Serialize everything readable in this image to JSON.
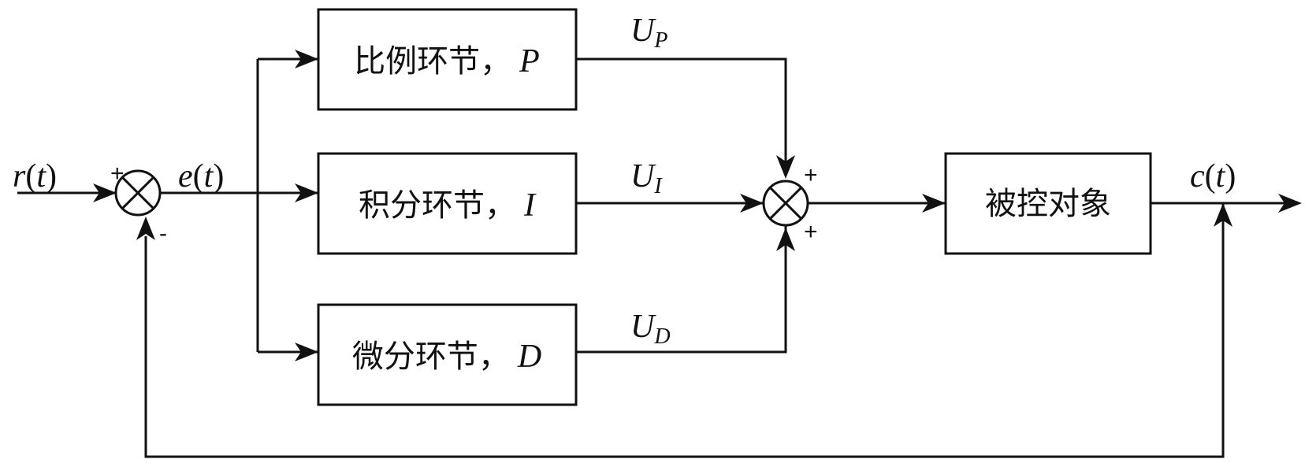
{
  "signals": {
    "input": {
      "var": "r",
      "arg": "t"
    },
    "error": {
      "var": "e",
      "arg": "t"
    },
    "output": {
      "var": "c",
      "arg": "t"
    },
    "u_p": {
      "base": "U",
      "sub": "P"
    },
    "u_i": {
      "base": "U",
      "sub": "I"
    },
    "u_d": {
      "base": "U",
      "sub": "D"
    }
  },
  "blocks": {
    "proportional": {
      "label": "比例环节，",
      "symbol": "P"
    },
    "integral": {
      "label": "积分环节，",
      "symbol": "I"
    },
    "derivative": {
      "label": "微分环节，",
      "symbol": "D"
    },
    "plant": {
      "label": "被控对象"
    }
  },
  "sum1": {
    "plus": "+",
    "minus": "-"
  },
  "sum2": {
    "plus_top": "+",
    "plus_bottom": "+"
  }
}
